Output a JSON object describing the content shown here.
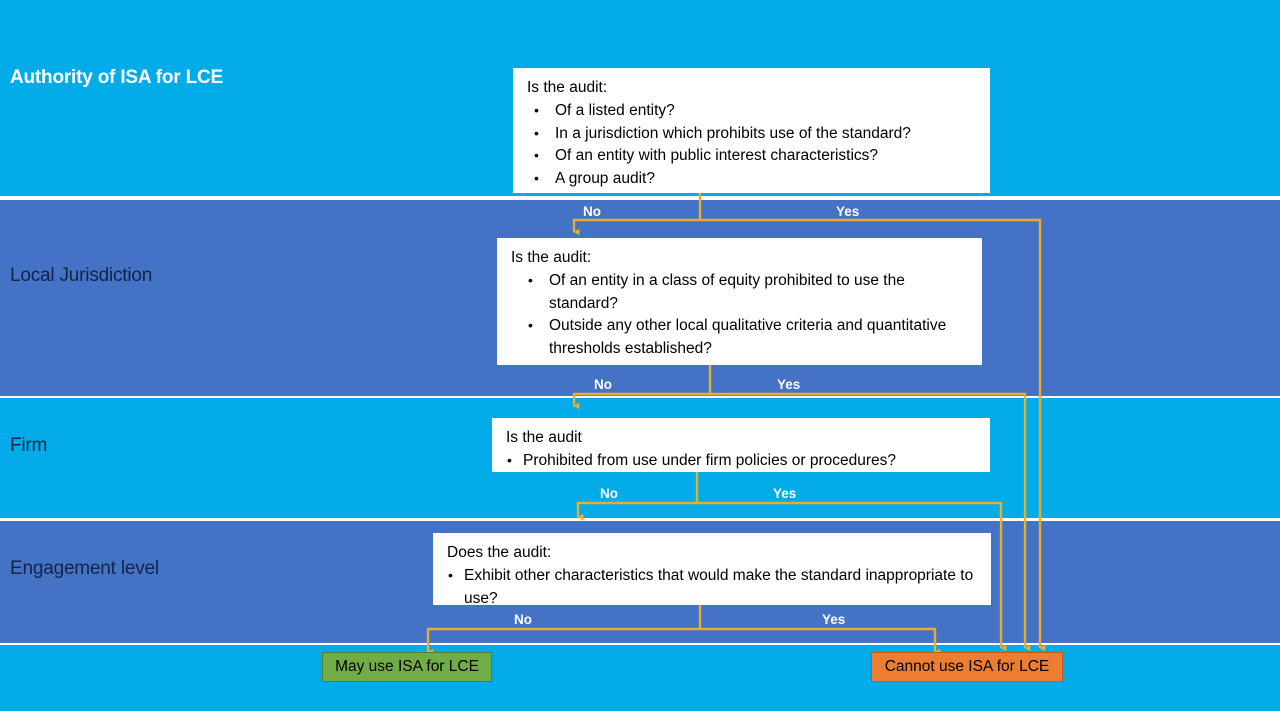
{
  "theme": {
    "cyan": "#03ACE8",
    "blue": "#4472C4",
    "white": "#FFFFFF",
    "connector": "#E8AE2E",
    "green_fill": "#70AD47",
    "green_border": "#507E32",
    "orange_fill": "#ED7D31",
    "orange_border": "#C05A18",
    "label_dark": "#10254a"
  },
  "bands": [
    {
      "id": "authority",
      "label": "Authority of ISA for LCE",
      "style": "heading",
      "fill": "#03ACE8"
    },
    {
      "id": "local-jurisdiction",
      "label": "Local Jurisdiction",
      "style": "plain",
      "fill": "#4472C4"
    },
    {
      "id": "firm",
      "label": "Firm",
      "style": "plain",
      "fill": "#03ACE8"
    },
    {
      "id": "engagement-level",
      "label": "Engagement level",
      "style": "plain",
      "fill": "#4472C4"
    },
    {
      "id": "outcome",
      "label": "",
      "style": "plain",
      "fill": "#03ACE8"
    }
  ],
  "questions": [
    {
      "id": "authority-question",
      "lead": "Is the audit:",
      "items": [
        "Of a listed entity?",
        "In a jurisdiction which prohibits use of the standard?",
        "Of an entity with public interest characteristics?",
        "A group audit?"
      ]
    },
    {
      "id": "local-jurisdiction-question",
      "lead": "Is the audit:",
      "items": [
        "Of an entity in a class of equity prohibited to use the standard?",
        "Outside any other local qualitative criteria and quantitative thresholds established?"
      ]
    },
    {
      "id": "firm-question",
      "lead": "Is the audit",
      "items": [
        "Prohibited from use under firm policies or procedures?"
      ]
    },
    {
      "id": "engagement-question",
      "lead": "Does the audit:",
      "items": [
        "Exhibit other characteristics that would make the standard inappropriate to use?"
      ]
    }
  ],
  "branches": [
    {
      "id": "authority",
      "no": "No",
      "yes": "Yes"
    },
    {
      "id": "local-jurisdiction",
      "no": "No",
      "yes": "Yes"
    },
    {
      "id": "firm",
      "no": "No",
      "yes": "Yes"
    },
    {
      "id": "engagement",
      "no": "No",
      "yes": "Yes"
    }
  ],
  "results": {
    "may": "May use ISA for LCE",
    "cannot": "Cannot use ISA for LCE"
  },
  "bullet_glyph": "•"
}
